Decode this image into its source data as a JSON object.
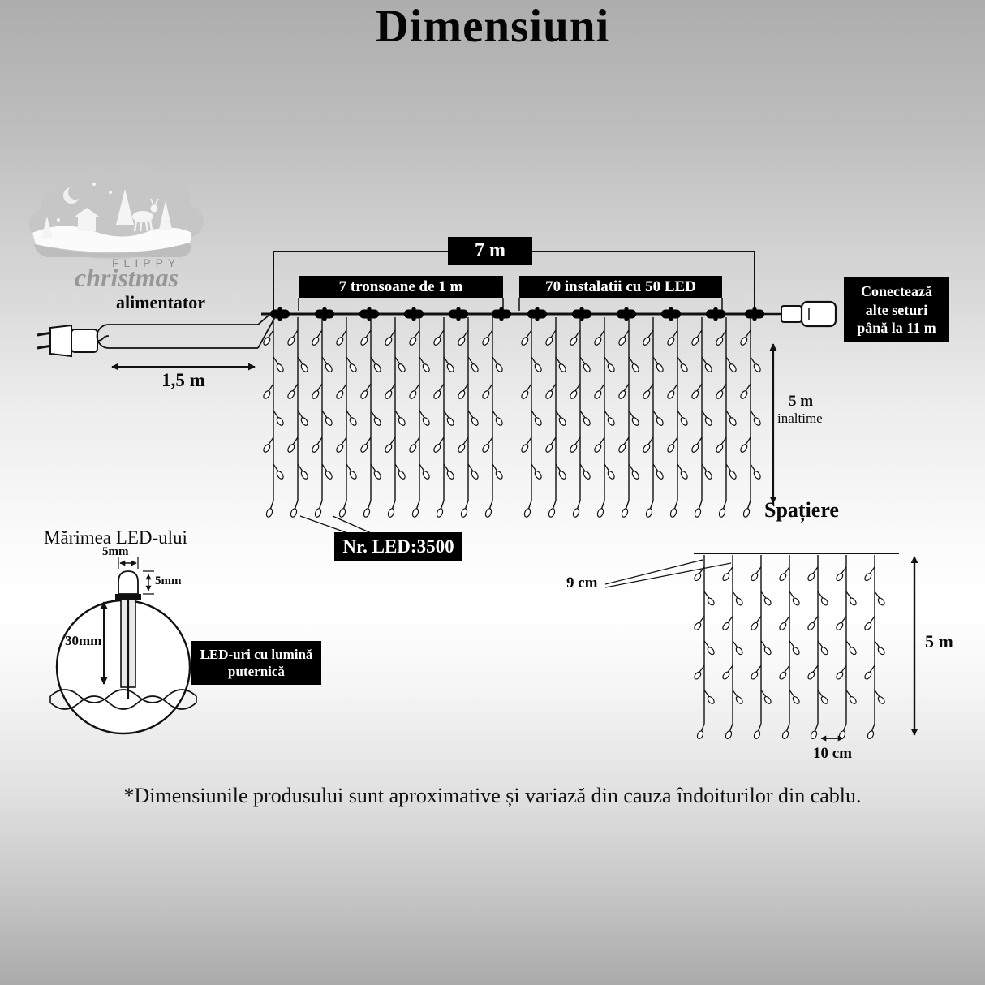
{
  "colors": {
    "label_bg": "#000000",
    "label_fg": "#ffffff",
    "line": "#111111"
  },
  "logo": {
    "brand": "FLIPPY",
    "script": "christmas"
  },
  "header": {
    "title": "Dimensiuni"
  },
  "main_diagram": {
    "total_width": "7 m",
    "sections": "7 tronsoane de 1 m",
    "installations": "70 instalatii cu 50 LED",
    "power_supply": "alimentator",
    "cable_length": "1,5 m",
    "height_value": "5 m",
    "height_caption": "inaltime",
    "connect_note": "Conectează\nalte seturi\npână la 11 m",
    "led_count": "Nr. LED:3500"
  },
  "led_size": {
    "title": "Mărimea LED-ului",
    "bulb_width": "5mm",
    "bulb_height": "5mm",
    "body_length": "30mm",
    "strong_light_note": "LED-uri cu lumină\nputernică"
  },
  "spacing": {
    "title": "Spațiere",
    "gap_top": "9 cm",
    "height": "5 m",
    "gap_bottom": "10 cm"
  },
  "footer": {
    "disclaimer": "*Dimensiunile produsului sunt aproximative și variază din cauza îndoiturilor din cablu."
  }
}
